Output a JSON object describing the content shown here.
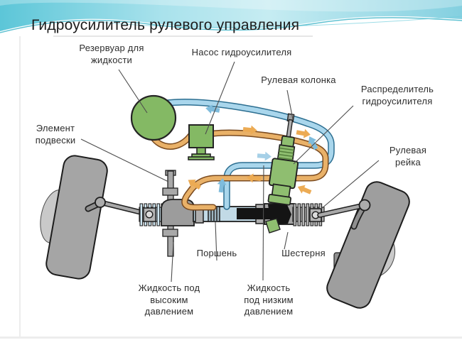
{
  "slide": {
    "title": "Гидроусилитель рулевого управления"
  },
  "diagram": {
    "labels": {
      "reservoir": "Резервуар для\nжидкости",
      "pump": "Насос гидроусилителя",
      "steering_column": "Рулевая колонка",
      "distributor": "Распределитель\nгидроусилителя",
      "suspension": "Элемент\nподвески",
      "rack": "Рулевая\nрейка",
      "piston": "Поршень",
      "gear": "Шестерня",
      "high_pressure": "Жидкость под\nвысоким\nдавлением",
      "low_pressure": "Жидкость\nпод низким\nдавлением"
    },
    "colors": {
      "component_green": "#84b964",
      "hose_high_pressure_orange": "#e9b168",
      "hose_low_pressure_blue": "#a9d6ec",
      "metal_gray": "#ababab",
      "tire_gray": "#a0a0a0",
      "banner_teal": "#62c8d9"
    }
  }
}
